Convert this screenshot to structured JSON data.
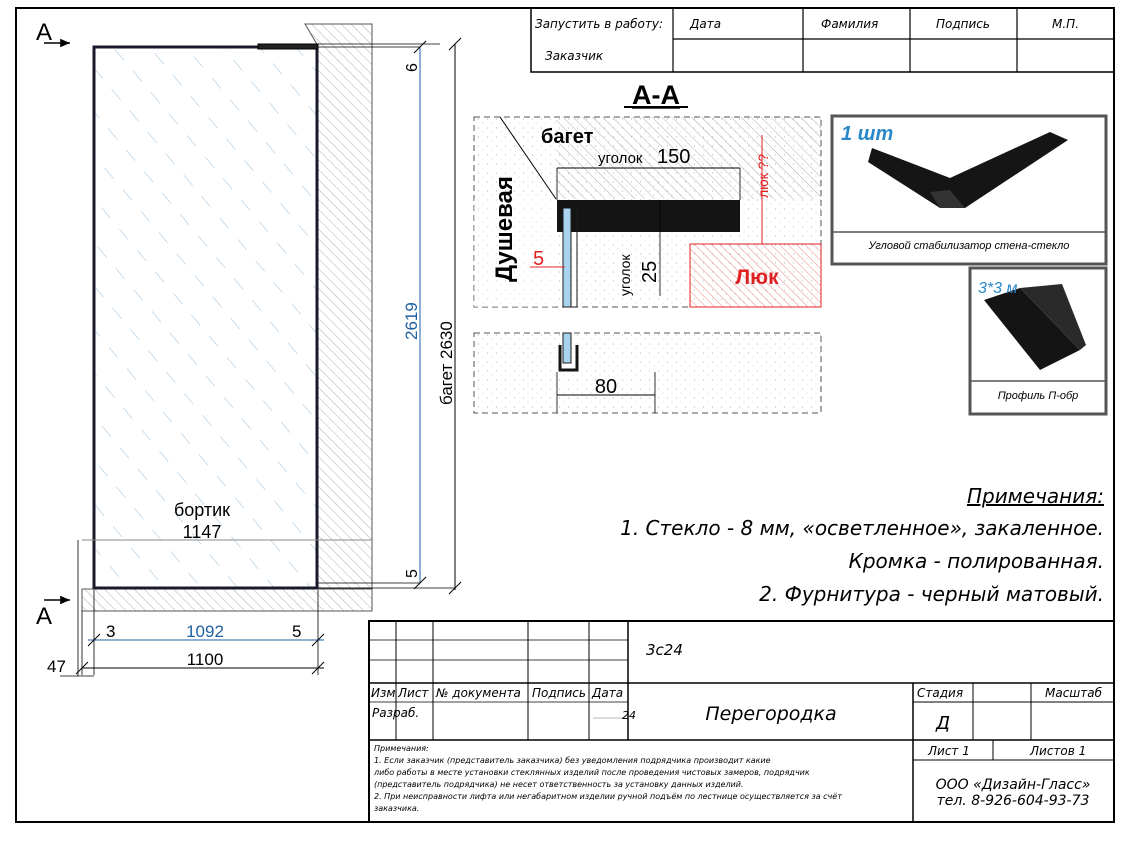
{
  "section_title": "А-А",
  "cut_marks": [
    "А",
    "А"
  ],
  "approval": {
    "start_label": "Запустить в работу:",
    "customer_label": "Заказчик",
    "date_col": "Дата",
    "surname_col": "Фамилия",
    "signature_col": "Подпись",
    "stamp_col": "М.П."
  },
  "front_view": {
    "top_gap": "6",
    "glass_height": "2619",
    "baguette_height": "багет 2630",
    "bottom_gap": "5",
    "curb_label": "бортик",
    "curb_width": "1147",
    "left_gap": "3",
    "glass_width": "1092",
    "right_gap": "5",
    "total_width": "1100",
    "curb_height": "47"
  },
  "section_view": {
    "baguette_label": "багет",
    "corner_top_label": "уголок",
    "corner_top_value": "150",
    "hatch_label": "люк ??",
    "shower_label": "Душевая",
    "thickness": "5",
    "corner_side_label": "уголок",
    "corner_side_value": "25",
    "hatch_box_label": "Люк",
    "bottom_profile": "80"
  },
  "components": [
    {
      "quantity": "1 шт",
      "caption": "Угловой стабилизатор стена-стекло"
    },
    {
      "quantity": "3*3 м",
      "caption": "Профиль П-обр"
    }
  ],
  "notes": {
    "title": "Примечания:",
    "lines": [
      "1. Стекло - 8 мм, «осветленное», закаленное.",
      "Кромка - полированная.",
      "2. Фурнитура - черный матовый."
    ]
  },
  "title_block": {
    "code": "3с24",
    "headers": [
      "Изм",
      "Лист",
      "№ документа",
      "Подпись",
      "Дата"
    ],
    "developed_label": "Разраб.",
    "date_fragment": "24",
    "product_name": "Перегородка",
    "stage_label": "Стадия",
    "scale_label": "Масштаб",
    "stage_value": "Д",
    "sheet_label": "Лист 1",
    "sheets_label": "Листов 1",
    "company": "ООО «Дизайн-Гласс»",
    "phone": "тел. 8-926-604-93-73",
    "remarks": [
      "Примечания:",
      "1. Если заказчик (представитель заказчика) без уведомления подрядчика производит какие",
      "либо работы в месте установки стеклянных изделий после проведения чистовых замеров, подрядчик",
      "(представитель подрядчика) не несет ответственность за установку данных изделий.",
      "2. При неисправности лифта или негабаритном изделии ручной подъём по лестнице осуществляется за счёт",
      "заказчика."
    ]
  },
  "colors": {
    "line": "#000000",
    "dimension_blue": "#1f5fa0",
    "glass_fill": "#ffffff",
    "glass_hatch": "#7fb0d8",
    "accent_red": "#e02020",
    "hatch_red": "#e88080",
    "profile_black": "#141414",
    "glass_section": "#a9d3ef"
  }
}
